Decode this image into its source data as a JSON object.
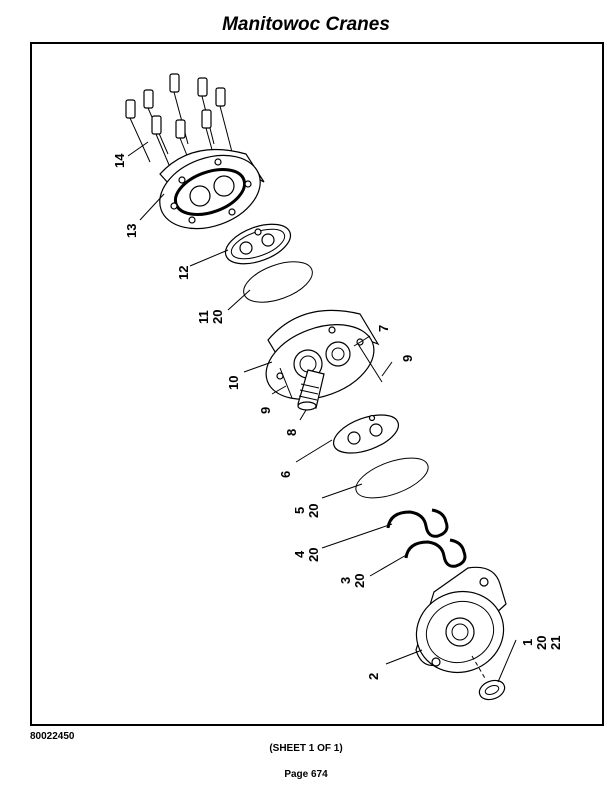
{
  "header": {
    "title": "Manitowoc Cranes"
  },
  "diagram": {
    "callouts": [
      {
        "id": "c14",
        "text": "14"
      },
      {
        "id": "c13",
        "text": "13"
      },
      {
        "id": "c12",
        "text": "12"
      },
      {
        "id": "c11",
        "text": "11"
      },
      {
        "id": "c11b",
        "text": "20"
      },
      {
        "id": "c7",
        "text": "7"
      },
      {
        "id": "c9a",
        "text": "9"
      },
      {
        "id": "c10",
        "text": "10"
      },
      {
        "id": "c9b",
        "text": "9"
      },
      {
        "id": "c8",
        "text": "8"
      },
      {
        "id": "c6",
        "text": "6"
      },
      {
        "id": "c5",
        "text": "5"
      },
      {
        "id": "c5b",
        "text": "20"
      },
      {
        "id": "c4",
        "text": "4"
      },
      {
        "id": "c4b",
        "text": "20"
      },
      {
        "id": "c3",
        "text": "3"
      },
      {
        "id": "c3b",
        "text": "20"
      },
      {
        "id": "c1",
        "text": "1"
      },
      {
        "id": "c1b",
        "text": "20"
      },
      {
        "id": "c1c",
        "text": "21"
      },
      {
        "id": "c2",
        "text": "2"
      }
    ]
  },
  "footer": {
    "doc_number": "80022450",
    "sheet": "(SHEET 1 OF 1)",
    "page": "Page 674"
  }
}
